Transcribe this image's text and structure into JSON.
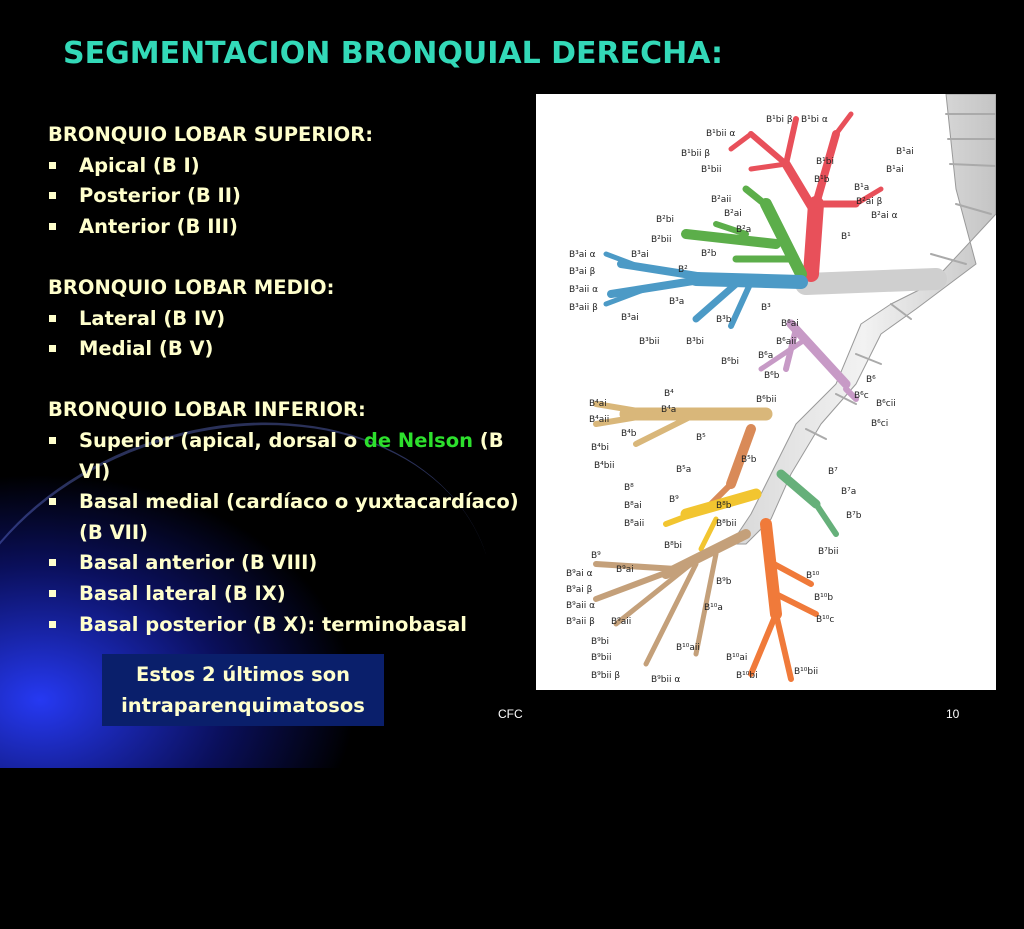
{
  "title": "SEGMENTACION BRONQUIAL DERECHA:",
  "sections": [
    {
      "heading": "BRONQUIO LOBAR SUPERIOR:",
      "items": [
        "Apical (B I)",
        "Posterior (B II)",
        "Anterior (B III)"
      ]
    },
    {
      "heading": "BRONQUIO LOBAR MEDIO:",
      "items": [
        "Lateral (B IV)",
        "Medial (B V)"
      ]
    },
    {
      "heading": "BRONQUIO LOBAR INFERIOR:",
      "item1_part1": "Superior (apical, dorsal o ",
      "item1_highlight": "de Nelson",
      "item1_part2": " (B VI)",
      "items": [
        "Basal medial (cardíaco o yuxtacardíaco) (B VII)",
        "Basal anterior (B VIII)",
        "Basal lateral (B IX)",
        "Basal posterior (B X): terminobasal"
      ]
    }
  ],
  "note": "Estos 2 últimos son intraparenquimatosos",
  "footer": {
    "left": "CFC",
    "page": "10"
  },
  "figure_labels": {
    "upper": [
      "B¹bi β",
      "B¹bi α",
      "B¹bii α",
      "B¹bii β",
      "B¹bii",
      "B¹bi",
      "B¹b",
      "B¹ai",
      "B¹ai",
      "B¹a",
      "B²aii",
      "B²ai β",
      "B²ai α",
      "B²bi",
      "B²ai",
      "B²a",
      "B¹",
      "B²bii",
      "B²b",
      "B³ai α",
      "B³ai",
      "B³ai β",
      "B³aii α",
      "B³aii β",
      "B²",
      "B³a",
      "B³",
      "B³ai",
      "B³bi",
      "B³bii",
      "B³b"
    ],
    "middle": [
      "B⁶ai",
      "B⁶aii",
      "B⁶a",
      "B⁶bi",
      "B⁶b",
      "B⁶bii",
      "B⁶",
      "B⁶c",
      "B⁶cii",
      "B⁶ci",
      "B⁴",
      "B⁴ai",
      "B⁴a",
      "B⁴aii",
      "B⁴b",
      "B⁵",
      "B⁴bi",
      "B⁵b",
      "B⁴bii",
      "B⁵a"
    ],
    "lower": [
      "B⁷",
      "B⁸",
      "B⁷a",
      "B⁸ai",
      "B⁹",
      "B⁸b",
      "B⁷b",
      "B⁸aii",
      "B⁸bii",
      "B⁸bi",
      "B⁷bii",
      "B⁹",
      "B⁹ai α",
      "B⁹ai",
      "B⁹b",
      "B¹⁰",
      "B⁹ai β",
      "B⁹aii α",
      "B¹⁰b",
      "B⁹aii β",
      "B¹⁰a",
      "B⁹aii",
      "B¹⁰c",
      "B⁹bi",
      "B⁹bii",
      "B¹⁰aii",
      "B¹⁰ai",
      "B⁹bii β",
      "B⁹bii α",
      "B¹⁰bi",
      "B¹⁰bii"
    ]
  },
  "colors": {
    "title": "#33d9b8",
    "text": "#ffffcc",
    "highlight": "#2de02d",
    "note_bg": "#0a1f6b"
  }
}
